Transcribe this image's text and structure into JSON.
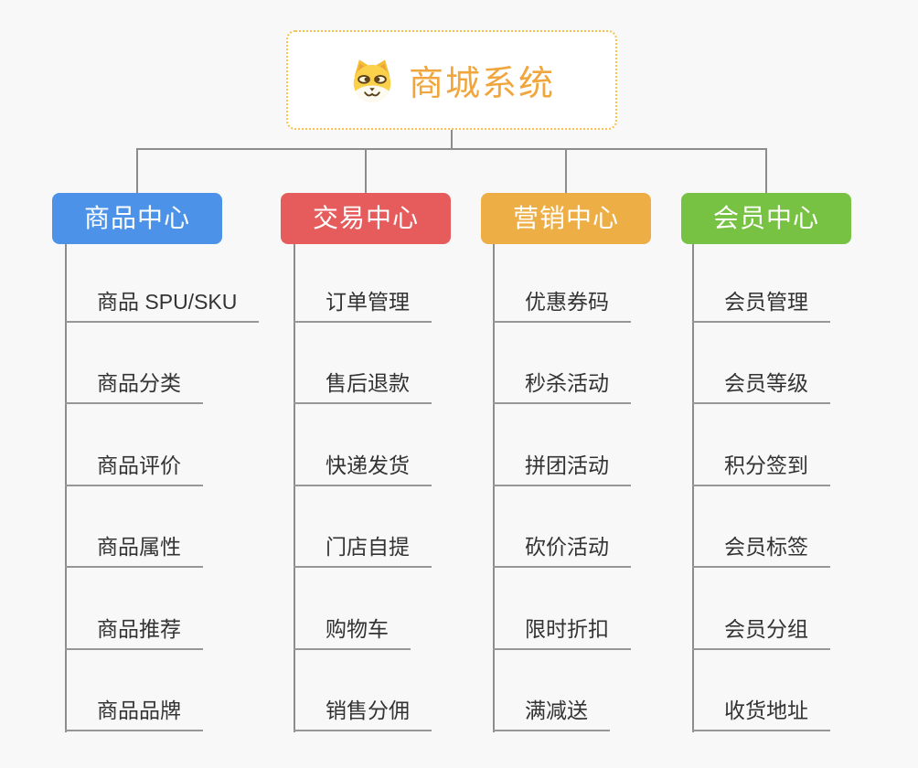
{
  "root": {
    "title": "商城系统",
    "icon": "doge-icon"
  },
  "colors": {
    "background": "#f8f8f8",
    "root_accent": "#f0a63c",
    "root_border": "#f6c14f",
    "connector": "#8d8d8d",
    "leaf_underline": "#979797",
    "leaf_text": "#333333"
  },
  "branches": [
    {
      "label": "商品中心",
      "color": "#4b92e8",
      "items": [
        "商品 SPU/SKU",
        "商品分类",
        "商品评价",
        "商品属性",
        "商品推荐",
        "商品品牌"
      ]
    },
    {
      "label": "交易中心",
      "color": "#e65c5c",
      "items": [
        "订单管理",
        "售后退款",
        "快递发货",
        "门店自提",
        "购物车",
        "销售分佣"
      ]
    },
    {
      "label": "营销中心",
      "color": "#edaf45",
      "items": [
        "优惠券码",
        "秒杀活动",
        "拼团活动",
        "砍价活动",
        "限时折扣",
        "满减送"
      ]
    },
    {
      "label": "会员中心",
      "color": "#77c243",
      "items": [
        "会员管理",
        "会员等级",
        "积分签到",
        "会员标签",
        "会员分组",
        "收货地址"
      ]
    }
  ]
}
